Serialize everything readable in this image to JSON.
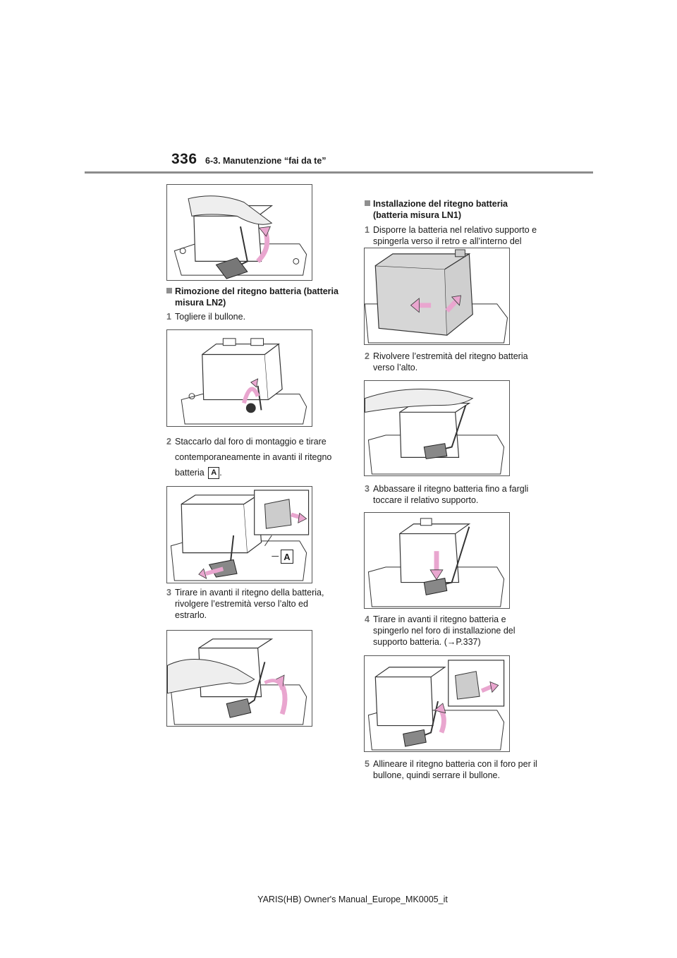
{
  "header": {
    "page_number": "336",
    "section_title": "6-3. Manutenzione “fai da te”"
  },
  "left": {
    "removal_heading": "Rimozione del ritegno batteria (batteria misura LN2)",
    "step1_num": "1",
    "step1_text": "Togliere il bullone.",
    "step2_num": "2",
    "step2_text_line1": "Staccarlo dal foro di montaggio e tirare",
    "step2_text_line2": "contemporaneamente in avanti il ritegno",
    "step2_text_line3": "batteria",
    "step2_label": "A",
    "step2_period": ".",
    "callout_label": "A",
    "step3_num": "3",
    "step3_text": "Tirare in avanti il ritegno della batteria, rivolgere l’estremità verso l’alto ed estrarlo."
  },
  "right": {
    "install_heading": "Installazione del ritegno batteria (batteria misura LN1)",
    "step1_num": "1",
    "step1_text": "Disporre la batteria nel relativo supporto e spingerla verso il retro e all’interno del veicolo.",
    "step2_num": "2",
    "step2_text": "Rivolvere l’estremità del ritegno batteria verso l’alto.",
    "step3_num": "3",
    "step3_text": "Abbassare il ritegno batteria fino a fargli toccare il relativo supporto.",
    "step4_num": "4",
    "step4_text": "Tirare in avanti il ritegno batteria e spingerlo nel foro di installazione del supporto batteria. (→P.337)",
    "step5_num": "5",
    "step5_text": "Allineare il ritegno batteria con il foro per il bullone, quindi serrare il bullone."
  },
  "footer": {
    "text": "YARIS(HB) Owner's Manual_Europe_MK0005_it"
  },
  "colors": {
    "arrow_pink": "#e9a6cf",
    "rule_gray": "#8c8c8c",
    "battery_gray": "#d6d6d6"
  }
}
